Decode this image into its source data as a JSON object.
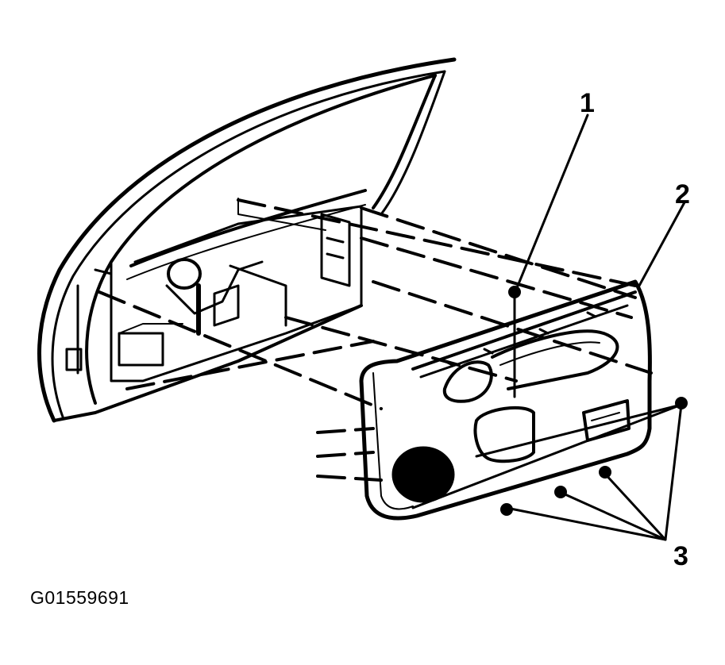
{
  "diagram": {
    "callouts": [
      "1",
      "2",
      "3"
    ],
    "figure_id": "G01559691"
  },
  "colors": {
    "ink": "#000000",
    "paper": "#ffffff"
  }
}
